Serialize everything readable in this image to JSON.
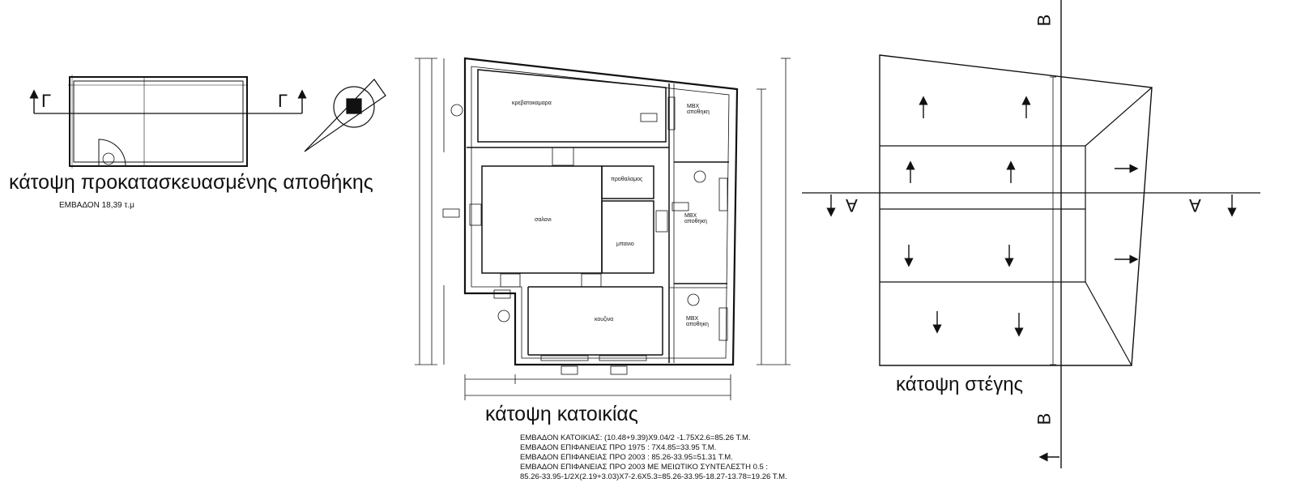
{
  "storage": {
    "title": "κάτοψη προκατασκευασμένης αποθήκης",
    "area": "ΕΜΒΑΔΟΝ 18,39 τ.μ",
    "section_mark_left": "Γ",
    "section_mark_right": "Γ"
  },
  "house": {
    "title": "κάτοψη κατοικίας",
    "rooms": {
      "bedroom": "κρεβατοκαμαρα",
      "storage_top_1": "ΜΒΧ",
      "storage_top_2": "αποθηκη",
      "hall": "προθαλαμος",
      "living": "σαλονι",
      "storage_mid_1": "ΜΒΧ",
      "storage_mid_2": "αποθηκη",
      "bath": "μπανιο",
      "kitchen": "κουζινα",
      "storage_bot_1": "ΜΒΧ",
      "storage_bot_2": "αποθηκη"
    },
    "area_calc": [
      "ΕΜΒΑΔΟΝ ΚΑΤΟΙΚΙΑΣ: (10.48+9.39)Χ9.04/2 -1.75Χ2.6=85.26 Τ.Μ.",
      "ΕΜΒΑΔΟΝ ΕΠΙΦΑΝΕΙΑΣ ΠΡΟ 1975 : 7Χ4.85=33.95 Τ.Μ.",
      "ΕΜΒΑΔΟΝ ΕΠΙΦΑΝΕΙΑΣ ΠΡΟ 2003 : 85.26-33.95=51.31 Τ.Μ.",
      "ΕΜΒΑΔΟΝ ΕΠΙΦΑΝΕΙΑΣ ΠΡΟ 2003 ΜΕ ΜΕΙΩΤΙΚΟ ΣΥΝΤΕΛΕΣΤΗ 0.5 :",
      "85.26-33.95-1/2Χ(2.19+3.03)Χ7-2.6Χ5.3=85.26-33.95-18.27-13.78=19.26 Τ.Μ."
    ]
  },
  "roof": {
    "title": "κάτοψη στέγης",
    "section_a_left": "Α",
    "section_a_right": "Α",
    "section_b_top": "Β",
    "section_b_bottom": "Β"
  }
}
